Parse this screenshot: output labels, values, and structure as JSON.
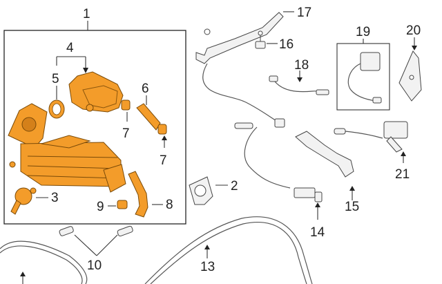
{
  "diagram": {
    "callouts": [
      {
        "id": "c1",
        "label": "1"
      },
      {
        "id": "c2",
        "label": "2"
      },
      {
        "id": "c3",
        "label": "3"
      },
      {
        "id": "c4",
        "label": "4"
      },
      {
        "id": "c5",
        "label": "5"
      },
      {
        "id": "c6",
        "label": "6"
      },
      {
        "id": "c7a",
        "label": "7"
      },
      {
        "id": "c7b",
        "label": "7"
      },
      {
        "id": "c8",
        "label": "8"
      },
      {
        "id": "c9",
        "label": "9"
      },
      {
        "id": "c10",
        "label": "10"
      },
      {
        "id": "c13",
        "label": "13"
      },
      {
        "id": "c14",
        "label": "14"
      },
      {
        "id": "c15",
        "label": "15"
      },
      {
        "id": "c16",
        "label": "16"
      },
      {
        "id": "c17",
        "label": "17"
      },
      {
        "id": "c18",
        "label": "18"
      },
      {
        "id": "c19",
        "label": "19"
      },
      {
        "id": "c20",
        "label": "20"
      },
      {
        "id": "c21",
        "label": "21"
      }
    ],
    "colors": {
      "highlight": "#f39c2a",
      "outline": "#333333",
      "part_fill": "#f2f2f2"
    }
  }
}
